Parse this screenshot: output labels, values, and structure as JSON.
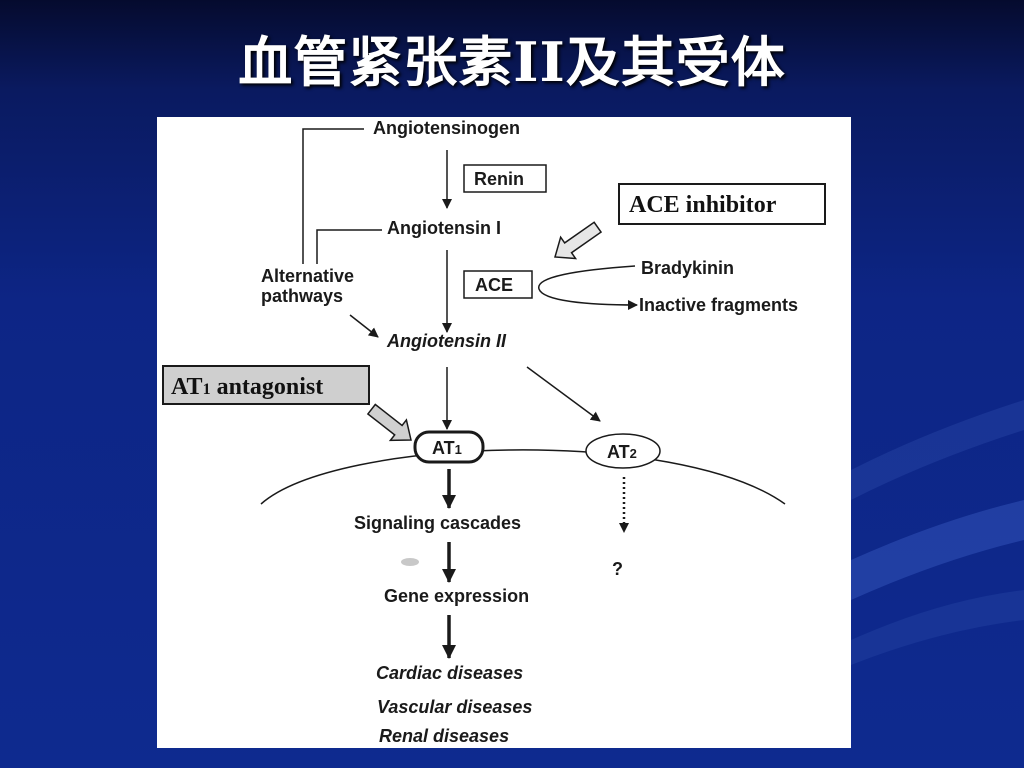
{
  "slide": {
    "title": "血管紧张素II及其受体"
  },
  "colors": {
    "background_dark": "#050b2e",
    "background_blue": "#0e2a8f",
    "title_text": "#ffffff",
    "figure_bg": "#ffffff",
    "drug_box_fill": "#cfcfcf",
    "ink": "#1a1a1a"
  },
  "diagram": {
    "nodes": {
      "angiotensinogen": "Angiotensinogen",
      "renin": "Renin",
      "angiotensin_1": "Angiotensin I",
      "ace": "ACE",
      "bradykinin": "Bradykinin",
      "inactive_fragments": "Inactive  fragments",
      "alternative_line1": "Alternative",
      "alternative_line2": "pathways",
      "angiotensin_2": "Angiotensin  II",
      "signaling": "Signaling cascades",
      "gene_expression": "Gene expression",
      "unknown": "?"
    },
    "drugs": {
      "ace_inhibitor": "ACE inhibitor",
      "at1_antagonist_prefix": "AT",
      "at1_antagonist_sub": "1",
      "at1_antagonist_suffix": " antagonist"
    },
    "receptors": {
      "at1_prefix": "AT",
      "at1_sub": "1",
      "at2_prefix": "AT",
      "at2_sub": "2"
    },
    "outcomes": [
      "Cardiac  diseases",
      "Vascular  diseases",
      "Renal  diseases"
    ]
  }
}
